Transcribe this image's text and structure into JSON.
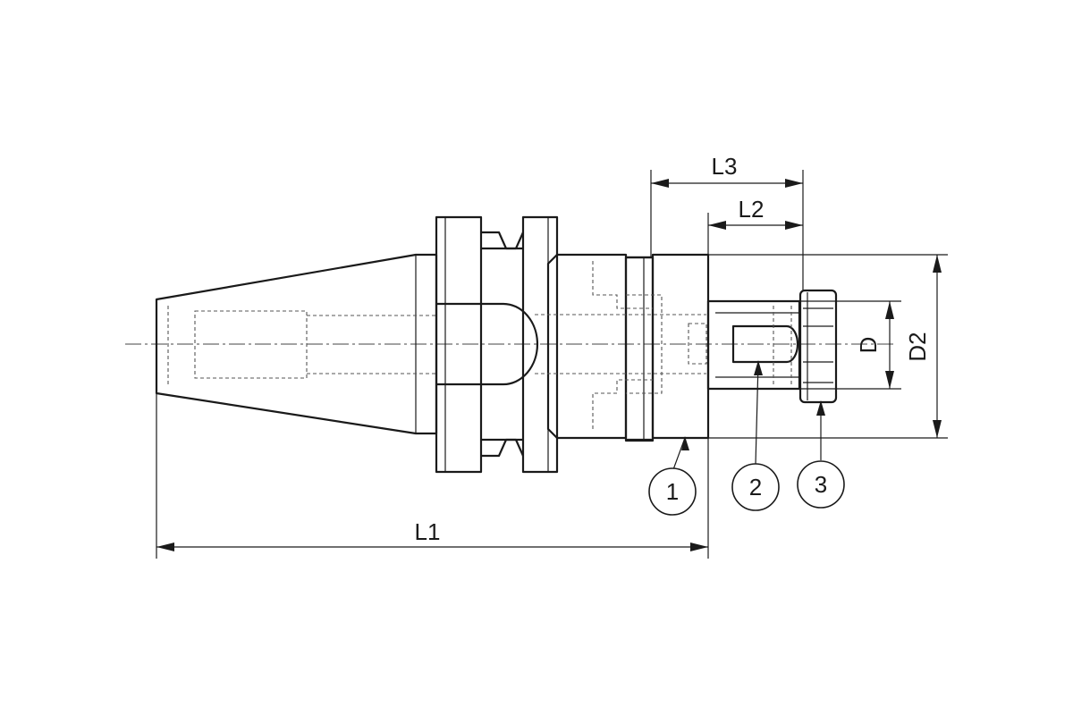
{
  "dimensions": {
    "l1": "L1",
    "l2": "L2",
    "l3": "L3",
    "d": "D",
    "d2": "D2"
  },
  "callouts": {
    "c1": "1",
    "c2": "2",
    "c3": "3"
  },
  "colors": {
    "line": "#1a1a1a",
    "hidden": "#555555",
    "background": "#ffffff"
  }
}
